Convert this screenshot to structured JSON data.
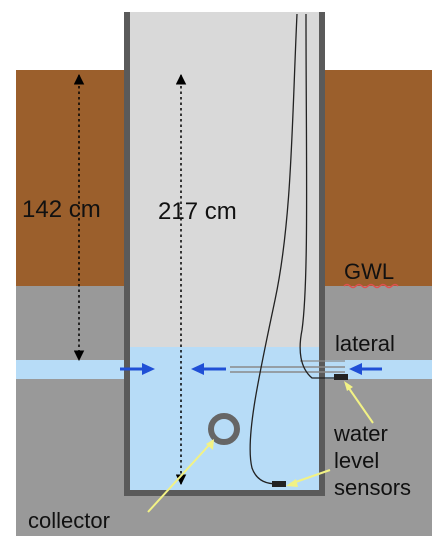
{
  "labels": {
    "depth_ground": "142 cm",
    "depth_well": "217 cm",
    "gwl": "GWL",
    "lateral": "lateral",
    "sensors_line1": "water",
    "sensors_line2": "level",
    "sensors_line3": "sensors",
    "collector": "collector"
  },
  "colors": {
    "soil": "#9b5f2c",
    "saturated_ground": "#999999",
    "well_interior": "#d9d9d9",
    "water": "#b7dcf7",
    "pipe_lateral": "#b7dcf7",
    "well_wall": "#5a5a5a",
    "flow_arrow": "#1f4fd6",
    "pointer": "#f2f285",
    "gwl_underline": "#e05050"
  }
}
